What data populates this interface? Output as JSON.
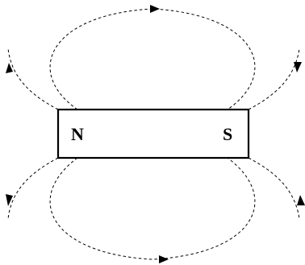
{
  "magnet": {
    "north_label": "N",
    "south_label": "S"
  },
  "colors": {
    "line": "#000000",
    "background": "#ffffff"
  },
  "field_lines": [
    {
      "id": "top-loop",
      "arrow_direction": "right"
    },
    {
      "id": "bottom-loop",
      "arrow_direction": "right"
    },
    {
      "id": "top-left-outer",
      "arrow_direction": "up"
    },
    {
      "id": "top-right-outer",
      "arrow_direction": "down"
    },
    {
      "id": "bottom-left-outer",
      "arrow_direction": "down"
    },
    {
      "id": "bottom-right-outer",
      "arrow_direction": "up"
    }
  ]
}
